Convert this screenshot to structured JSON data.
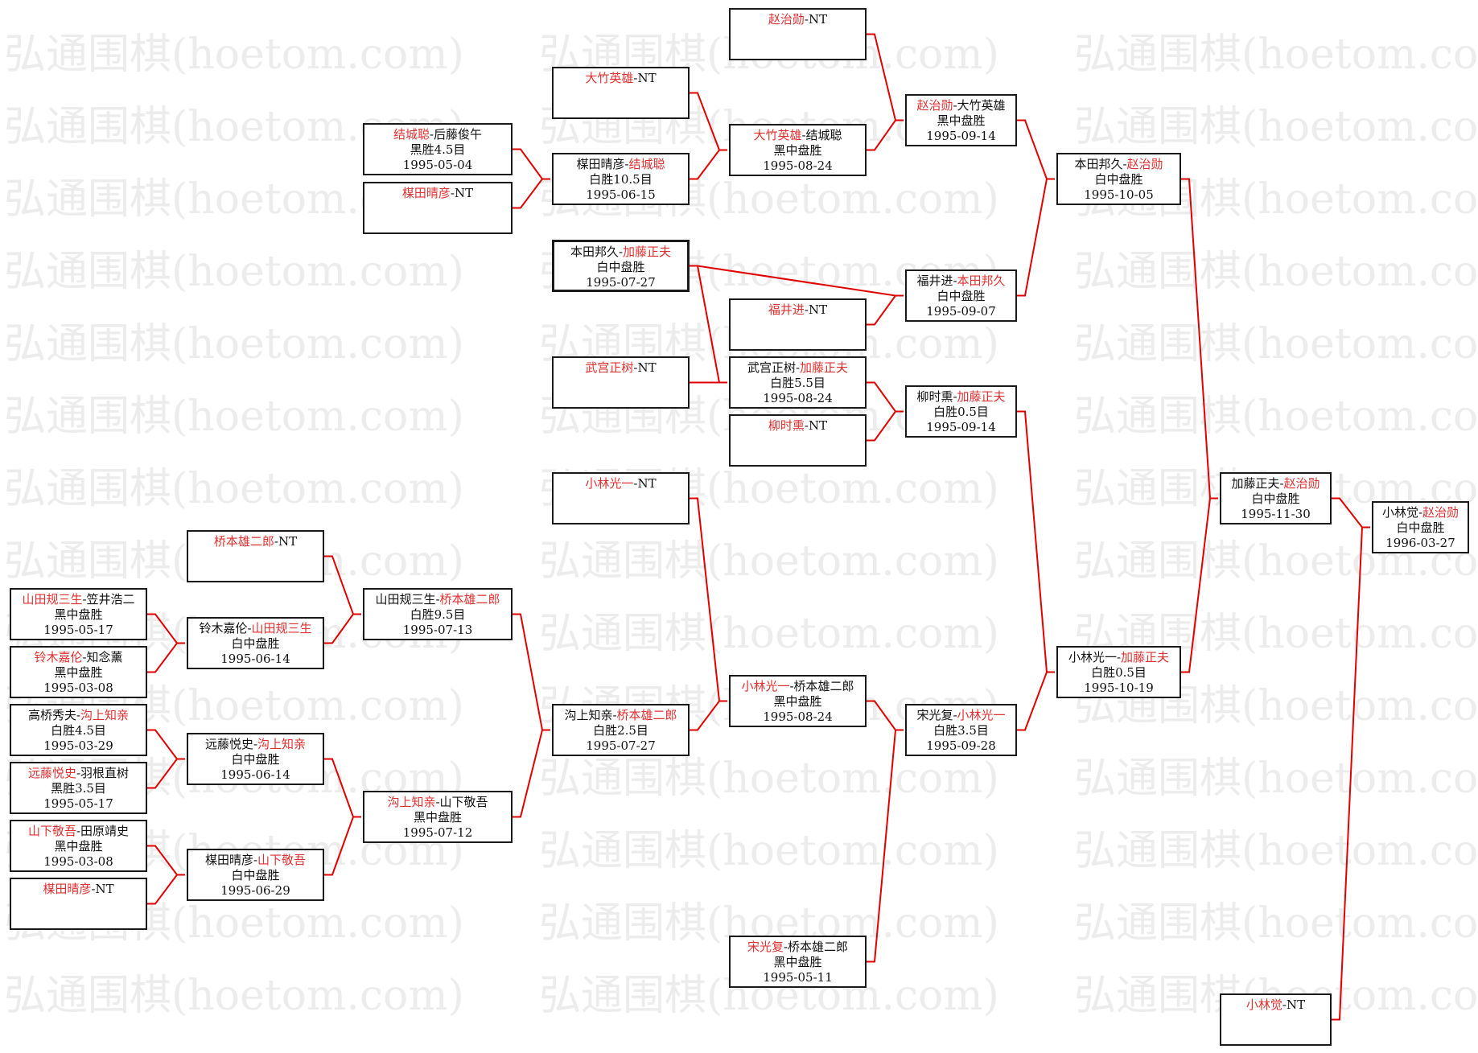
{
  "watermark": "弘通围棋(hoetom.com)",
  "colors": {
    "winner": "#e03030",
    "line": "#e00000",
    "text": "#111111",
    "border": "#1a1a1a",
    "watermark": "#ececec"
  },
  "boxes": [
    {
      "id": "b1",
      "p1": "赵治勋",
      "sep": "-",
      "p2": "NT",
      "w": 1,
      "res": "",
      "date": ""
    },
    {
      "id": "b2",
      "p1": "大竹英雄",
      "sep": "-",
      "p2": "NT",
      "w": 1,
      "res": "",
      "date": ""
    },
    {
      "id": "b3",
      "p1": "赵治勋",
      "sep": "-",
      "p2": "大竹英雄",
      "w": 1,
      "res": "黑中盘胜",
      "date": "1995-09-14"
    },
    {
      "id": "b4",
      "p1": "结城聪",
      "sep": "-",
      "p2": "后藤俊午",
      "w": 1,
      "res": "黑胜4.5目",
      "date": "1995-05-04"
    },
    {
      "id": "b5",
      "p1": "大竹英雄",
      "sep": "-",
      "p2": "结城聪",
      "w": 1,
      "res": "黑中盘胜",
      "date": "1995-08-24"
    },
    {
      "id": "b6",
      "p1": "本田邦久",
      "sep": "-",
      "p2": "赵治勋",
      "w": 2,
      "res": "白中盘胜",
      "date": "1995-10-05"
    },
    {
      "id": "b7",
      "p1": "楳田晴彦",
      "sep": "-",
      "p2": "结城聪",
      "w": 2,
      "res": "白胜10.5目",
      "date": "1995-06-15"
    },
    {
      "id": "b8",
      "p1": "楳田晴彦",
      "sep": "-",
      "p2": "NT",
      "w": 1,
      "res": "",
      "date": ""
    },
    {
      "id": "b9",
      "p1": "本田邦久",
      "sep": "-",
      "p2": "加藤正夫",
      "w": 2,
      "res": "白中盘胜",
      "date": "1995-07-27"
    },
    {
      "id": "b10",
      "p1": "福井进",
      "sep": "-",
      "p2": "本田邦久",
      "w": 2,
      "res": "白中盘胜",
      "date": "1995-09-07"
    },
    {
      "id": "b11",
      "p1": "福井进",
      "sep": "-",
      "p2": "NT",
      "w": 1,
      "res": "",
      "date": ""
    },
    {
      "id": "b12",
      "p1": "武宫正树",
      "sep": "-",
      "p2": "NT",
      "w": 1,
      "res": "",
      "date": ""
    },
    {
      "id": "b13",
      "p1": "武宫正树",
      "sep": "-",
      "p2": "加藤正夫",
      "w": 2,
      "res": "白胜5.5目",
      "date": "1995-08-24"
    },
    {
      "id": "b14",
      "p1": "柳时熏",
      "sep": "-",
      "p2": "加藤正夫",
      "w": 2,
      "res": "白胜0.5目",
      "date": "1995-09-14"
    },
    {
      "id": "b15",
      "p1": "柳时熏",
      "sep": "-",
      "p2": "NT",
      "w": 1,
      "res": "",
      "date": ""
    },
    {
      "id": "b16",
      "p1": "加藤正夫",
      "sep": "-",
      "p2": "赵治勋",
      "w": 2,
      "res": "白中盘胜",
      "date": "1995-11-30"
    },
    {
      "id": "b17",
      "p1": "小林光一",
      "sep": "-",
      "p2": "NT",
      "w": 1,
      "res": "",
      "date": ""
    },
    {
      "id": "b18",
      "p1": "小林觉",
      "sep": "-",
      "p2": "赵治勋",
      "w": 2,
      "res": "白中盘胜",
      "date": "1996-03-27"
    },
    {
      "id": "b19",
      "p1": "桥本雄二郎",
      "sep": "-",
      "p2": "NT",
      "w": 1,
      "res": "",
      "date": ""
    },
    {
      "id": "b20",
      "p1": "山田规三生",
      "sep": "-",
      "p2": "桥本雄二郎",
      "w": 2,
      "res": "白胜9.5目",
      "date": "1995-07-13"
    },
    {
      "id": "b21",
      "p1": "山田规三生",
      "sep": "-",
      "p2": "笠井浩二",
      "w": 1,
      "res": "黑中盘胜",
      "date": "1995-05-17"
    },
    {
      "id": "b22",
      "p1": "铃木嘉伦",
      "sep": "-",
      "p2": "山田规三生",
      "w": 2,
      "res": "白中盘胜",
      "date": "1995-06-14"
    },
    {
      "id": "b23",
      "p1": "铃木嘉伦",
      "sep": "-",
      "p2": "知念薰",
      "w": 1,
      "res": "黑中盘胜",
      "date": "1995-03-08"
    },
    {
      "id": "b24",
      "p1": "小林光一",
      "sep": "-",
      "p2": "加藤正夫",
      "w": 2,
      "res": "白胜0.5目",
      "date": "1995-10-19"
    },
    {
      "id": "b25",
      "p1": "小林光一",
      "sep": "-",
      "p2": "桥本雄二郎",
      "w": 1,
      "res": "黑中盘胜",
      "date": "1995-08-24"
    },
    {
      "id": "b26",
      "p1": "沟上知亲",
      "sep": "-",
      "p2": "桥本雄二郎",
      "w": 2,
      "res": "白胜2.5目",
      "date": "1995-07-27"
    },
    {
      "id": "b27",
      "p1": "宋光复",
      "sep": "-",
      "p2": "小林光一",
      "w": 2,
      "res": "白胜3.5目",
      "date": "1995-09-28"
    },
    {
      "id": "b28",
      "p1": "高桥秀夫",
      "sep": "-",
      "p2": "沟上知亲",
      "w": 2,
      "res": "白胜4.5目",
      "date": "1995-03-29"
    },
    {
      "id": "b29",
      "p1": "远藤悦史",
      "sep": "-",
      "p2": "沟上知亲",
      "w": 2,
      "res": "白中盘胜",
      "date": "1995-06-14"
    },
    {
      "id": "b30",
      "p1": "远藤悦史",
      "sep": "-",
      "p2": "羽根直树",
      "w": 1,
      "res": "黑胜3.5目",
      "date": "1995-05-17"
    },
    {
      "id": "b31",
      "p1": "沟上知亲",
      "sep": "-",
      "p2": "山下敬吾",
      "w": 1,
      "res": "黑中盘胜",
      "date": "1995-07-12"
    },
    {
      "id": "b32",
      "p1": "山下敬吾",
      "sep": "-",
      "p2": "田原靖史",
      "w": 1,
      "res": "黑中盘胜",
      "date": "1995-03-08"
    },
    {
      "id": "b33",
      "p1": "楳田晴彦",
      "sep": "-",
      "p2": "山下敬吾",
      "w": 2,
      "res": "白中盘胜",
      "date": "1995-06-29"
    },
    {
      "id": "b34",
      "p1": "楳田晴彦",
      "sep": "-",
      "p2": "NT",
      "w": 1,
      "res": "",
      "date": ""
    },
    {
      "id": "b35",
      "p1": "宋光复",
      "sep": "-",
      "p2": "桥本雄二郎",
      "w": 1,
      "res": "黑中盘胜",
      "date": "1995-05-11"
    },
    {
      "id": "b36",
      "p1": "小林觉",
      "sep": "-",
      "p2": "NT",
      "w": 1,
      "res": "",
      "date": ""
    }
  ],
  "links": [
    [
      "b1",
      "b3"
    ],
    [
      "b2",
      "b5"
    ],
    [
      "b4",
      "b7"
    ],
    [
      "b8",
      "b7"
    ],
    [
      "b7",
      "b5"
    ],
    [
      "b5",
      "b3"
    ],
    [
      "b3",
      "b6"
    ],
    [
      "b10",
      "b6"
    ],
    [
      "b11",
      "b10"
    ],
    [
      "b9",
      "b10"
    ],
    [
      "b9",
      "b13"
    ],
    [
      "b12",
      "b13"
    ],
    [
      "b13",
      "b14"
    ],
    [
      "b15",
      "b14"
    ],
    [
      "b6",
      "b16"
    ],
    [
      "b14",
      "b24"
    ],
    [
      "b24",
      "b16"
    ],
    [
      "b16",
      "b18"
    ],
    [
      "b36",
      "b18"
    ],
    [
      "b17",
      "b25"
    ],
    [
      "b25",
      "b27"
    ],
    [
      "b35",
      "b27"
    ],
    [
      "b27",
      "b24"
    ],
    [
      "b26",
      "b25"
    ],
    [
      "b20",
      "b26"
    ],
    [
      "b31",
      "b26"
    ],
    [
      "b19",
      "b20"
    ],
    [
      "b22",
      "b20"
    ],
    [
      "b21",
      "b22"
    ],
    [
      "b23",
      "b22"
    ],
    [
      "b29",
      "b31"
    ],
    [
      "b33",
      "b31"
    ],
    [
      "b28",
      "b29"
    ],
    [
      "b30",
      "b29"
    ],
    [
      "b32",
      "b33"
    ],
    [
      "b34",
      "b33"
    ]
  ]
}
